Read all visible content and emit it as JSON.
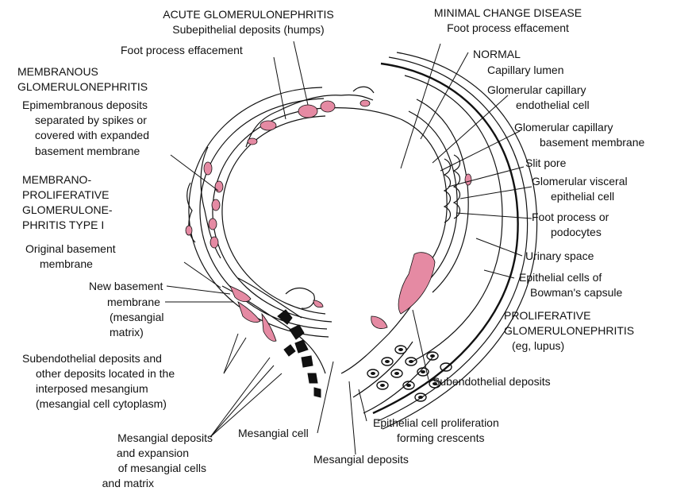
{
  "labels": {
    "acute": "ACUTE GLOMERULONEPHRITIS",
    "acute_sub": "Subepithelial deposits (humps)",
    "foot_effacement_left": "Foot process effacement",
    "minimal": "MINIMAL CHANGE DISEASE",
    "minimal_sub": "Foot process effacement",
    "normal": "NORMAL",
    "capillary_lumen": "Capillary lumen",
    "endothelial_1": "Glomerular capillary",
    "endothelial_2": "endothelial cell",
    "basement_1": "Glomerular capillary",
    "basement_2": "basement membrane",
    "slit_pore": "Slit pore",
    "visceral_1": "Glomerular visceral",
    "visceral_2": "epithelial cell",
    "foot_process_1": "Foot process or",
    "foot_process_2": "podocytes",
    "urinary_space": "Urinary space",
    "bowman_1": "Epithelial cells of",
    "bowman_2": "Bowman's capsule",
    "prolif_1": "PROLIFERATIVE",
    "prolif_2": "GLOMERULONEPHRITIS",
    "prolif_3": "(eg, lupus)",
    "subendo_right": "Subendothelial deposits",
    "crescent_1": "Epithelial cell proliferation",
    "crescent_2": "forming crescents",
    "mesangial_deposits": "Mesangial deposits",
    "mesangial_cell": "Mesangial cell",
    "mes_expand_1": "Mesangial deposits",
    "mes_expand_2": "and expansion",
    "mes_expand_3": "of mesangial cells",
    "mes_expand_4": "and matrix",
    "subendo_left_1": "Subendothelial deposits and",
    "subendo_left_2": "other deposits located in the",
    "subendo_left_3": "interposed mesangium",
    "subendo_left_4": "(mesangial cell cytoplasm)",
    "new_bm_1": "New basement",
    "new_bm_2": "membrane",
    "new_bm_3": "(mesangial",
    "new_bm_4": "matrix)",
    "orig_bm_1": "Original basement",
    "orig_bm_2": "membrane",
    "mpgn_1": "MEMBRANO-",
    "mpgn_2": "PROLIFERATIVE",
    "mpgn_3": "GLOMERULONE-",
    "mpgn_4": "PHRITIS TYPE I",
    "membranous_1": "MEMBRANOUS",
    "membranous_2": "GLOMERULONEPHRITIS",
    "membranous_3": "Epimembranous deposits",
    "membranous_4": "separated by spikes or",
    "membranous_5": "covered with expanded",
    "membranous_6": "basement membrane"
  },
  "colors": {
    "deposit": "#e58aa3",
    "line": "#111111"
  }
}
